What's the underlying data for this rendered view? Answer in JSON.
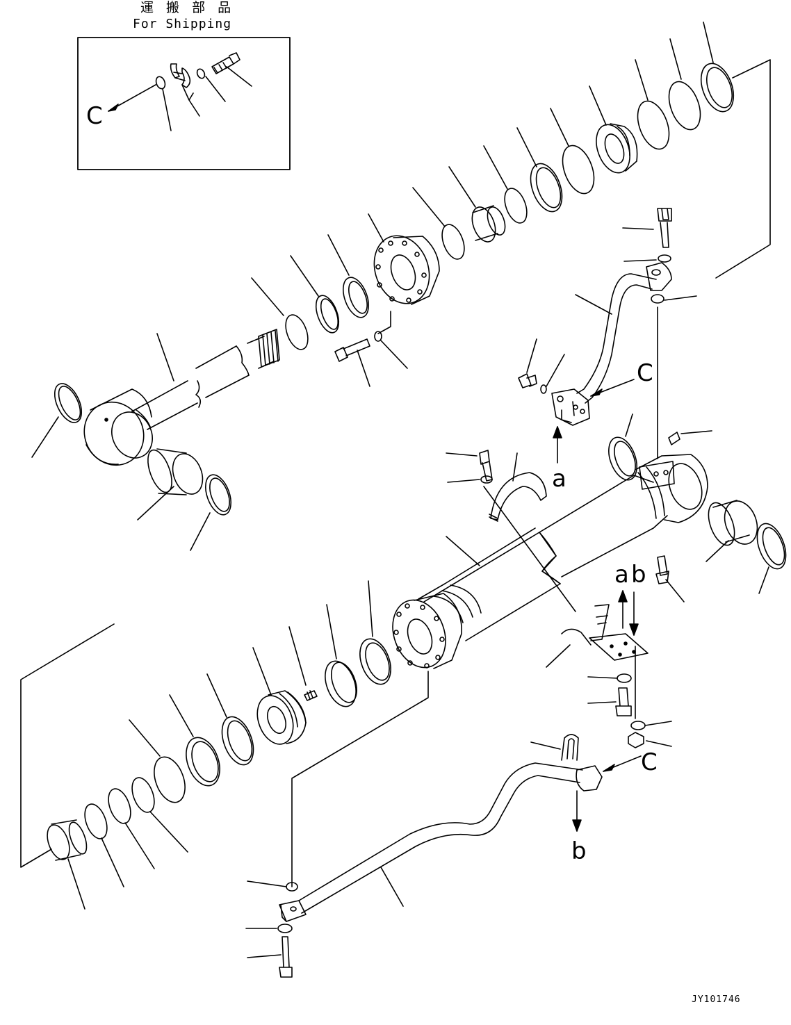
{
  "header": {
    "title_jp": "運 搬 部 品",
    "title_en": "For Shipping"
  },
  "drawing_code": "JY101746",
  "callout_labels": {
    "c": "C",
    "a": "a",
    "b": "b"
  },
  "colors": {
    "line": "#000000",
    "background": "#ffffff"
  }
}
